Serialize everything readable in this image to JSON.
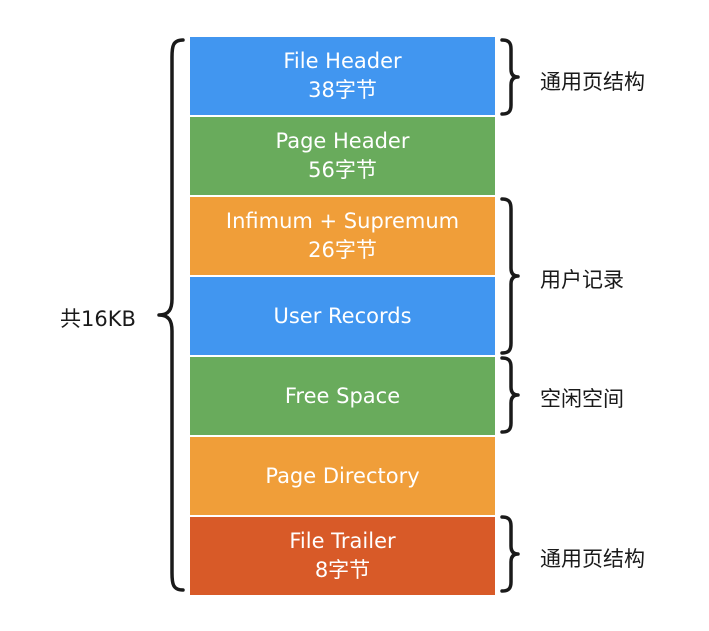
{
  "total_label": "共16KB",
  "blocks": [
    {
      "title": "File Header",
      "size": "38字节",
      "color": "#4196f0"
    },
    {
      "title": "Page Header",
      "size": "56字节",
      "color": "#69ab5c"
    },
    {
      "title": "Infimum + Supremum",
      "size": "26字节",
      "color": "#f09e39"
    },
    {
      "title": "User Records",
      "size": "",
      "color": "#4196f0"
    },
    {
      "title": "Free Space",
      "size": "",
      "color": "#69ab5c"
    },
    {
      "title": "Page Directory",
      "size": "",
      "color": "#f09e39"
    },
    {
      "title": "File Trailer",
      "size": "8字节",
      "color": "#d85a28"
    }
  ],
  "groups": [
    {
      "label": "通用页结构"
    },
    {
      "label": "用户记录"
    },
    {
      "label": "空闲空间"
    },
    {
      "label": "通用页结构"
    }
  ]
}
